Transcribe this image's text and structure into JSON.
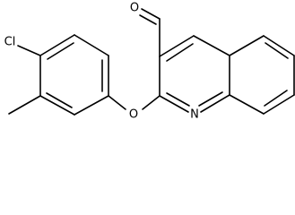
{
  "molecule": {
    "atoms": {
      "chlorine": "Cl",
      "ether_oxygen": "O",
      "aldehyde_oxygen": "O",
      "ring_nitrogen": "N"
    }
  }
}
